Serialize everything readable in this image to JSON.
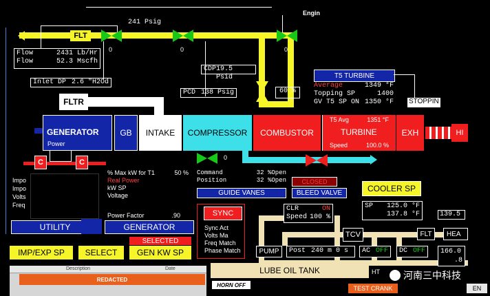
{
  "header": {
    "engine_label": "Engin"
  },
  "fuel": {
    "flt_label": "FLT",
    "pressure": "241 Psig",
    "valve_values": [
      "0",
      "0",
      "0"
    ],
    "flow_lb_label": "Flow",
    "flow_lb_value": "2431 Lb/Hr",
    "flow_scfh_label": "Flow",
    "flow_scfh_value": "52.3 Mscfh",
    "inlet_dp_label": "Inlet DP",
    "inlet_dp_value": "2.6 \"H2Od",
    "cdp_label": "CDP",
    "cdp_value": "19.5 Psid",
    "pcd_label": "PCD",
    "pcd_value": "138 Psig",
    "bypass_pct": "60 %"
  },
  "fltr_label": "FLTR",
  "t5_turbine": {
    "title": "T5 TURBINE",
    "average_label": "Average",
    "average_value": "1349 °F",
    "topping_label": "Topping SP",
    "topping_value": "1400",
    "gv_label": "GV T5 SP ON",
    "gv_value": "1350 °F",
    "stop_label": "STOPPIN"
  },
  "train": {
    "generator_label": "GENERATOR",
    "generator_sub": "Power",
    "gb_label": "GB",
    "intake_label": "INTAKE",
    "compressor_label": "COMPRESSOR",
    "combustor_label": "COMBUSTOR",
    "t5_avg_label": "T5 Avg",
    "t5_avg_value": "1351 °F",
    "turbine_label": "TURBINE",
    "speed_label": "Speed",
    "speed_value": "100.0 %",
    "exh_label": "EXH",
    "hi_label": "HI"
  },
  "c_labels": [
    "C",
    "C"
  ],
  "guide_vanes": {
    "valve_value": "0",
    "command_label": "Command",
    "command_value": "32 %Open",
    "position_label": "Position",
    "position_value": "32 %Open",
    "title": "GUIDE VANES"
  },
  "bleed_valve": {
    "status": "CLOSED",
    "title": "BLEED VALVE"
  },
  "utility": {
    "lines": [
      "Impo",
      "Impo",
      "Volts",
      "Freq"
    ],
    "title": "UTILITY"
  },
  "generator_panel": {
    "max_kw_label": "% Max kW for T1",
    "max_kw_value": "50 %",
    "real_power_label": "Real Power",
    "kw_sp_label": "kW SP",
    "voltage_label": "Voltage",
    "pf_label": "Power Factor",
    "pf_value": ".90",
    "title": "GENERATOR"
  },
  "sync": {
    "title": "SYNC",
    "lines": [
      "Sync Act",
      "Volts Ma",
      "Freq Match",
      "Phase Match"
    ]
  },
  "cooler": {
    "title": "COOLER SP",
    "sp_label": "SP",
    "sp_value": "125.0 °F",
    "temp_value": "137.8 °F",
    "side_value": "139.5"
  },
  "lube": {
    "clr_label": "CLR",
    "clr_status": "ON",
    "speed_label": "Speed",
    "speed_value": "100 %",
    "tcv_label": "TCV",
    "flt_label": "FLT",
    "hea_label": "HEA",
    "pump_label": "PUMP",
    "post_label": "Post",
    "post_value": "240 m   0 s",
    "ac_label": "AC",
    "ac_status": "OFF",
    "dc_label": "DC",
    "dc_status": "OFF",
    "tank_label": "LUBE OIL TANK",
    "right_value_1": "166.0",
    "right_value_2": ".8",
    "ht_label": "HT"
  },
  "controls": {
    "imp_exp_label": "IMP/EXP SP",
    "select_label": "SELECT",
    "selected_label": "SELECTED",
    "gen_kw_label": "GEN KW SP",
    "horn_off_label": "HORN OFF",
    "test_crank_label": "TEST CRANK",
    "en_label": "EN"
  },
  "alarm_table": {
    "headers": [
      "Description",
      "Date"
    ],
    "redacted_label": "REDACTED"
  },
  "watermark": "河南三中科技",
  "colors": {
    "fuel_pipe": "#f5f52a",
    "air_pipe": "#ffffff",
    "cyan": "#3de0e8",
    "generator_blue": "#1426a8",
    "combustor_red": "#f01e1e",
    "valve_green": "#18c818",
    "lube_pipe": "#f0e2b4"
  }
}
